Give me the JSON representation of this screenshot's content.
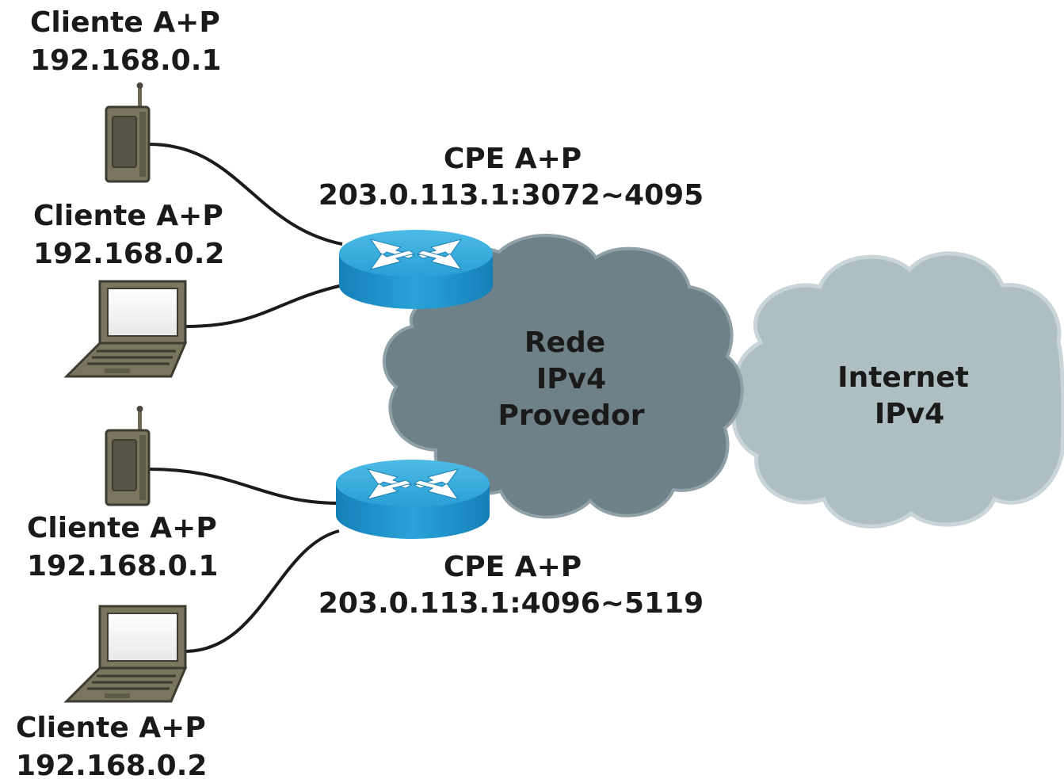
{
  "clients": [
    {
      "name": "Cliente A+P",
      "address": "192.168.0.1",
      "device": "phone-icon"
    },
    {
      "name": "Cliente A+P",
      "address": "192.168.0.2",
      "device": "laptop-icon"
    },
    {
      "name": "Cliente A+P",
      "address": "192.168.0.1",
      "device": "phone-icon"
    },
    {
      "name": "Cliente A+P",
      "address": "192.168.0.2",
      "device": "laptop-icon"
    }
  ],
  "cpes": [
    {
      "name": "CPE A+P",
      "address": "203.0.113.1:3072~4095"
    },
    {
      "name": "CPE A+P",
      "address": "203.0.113.1:4096~5119"
    }
  ],
  "provider_cloud": {
    "line1": "Rede",
    "line2": "IPv4",
    "line3": "Provedor",
    "color": "#6f8188"
  },
  "internet_cloud": {
    "line1": "Internet",
    "line2": "IPv4",
    "color": "#aebfc3"
  },
  "colors": {
    "router_top": "#2fa6d6",
    "router_side": "#1a86bd",
    "device_body": "#7a755d",
    "cable": "#1b1b1b"
  }
}
